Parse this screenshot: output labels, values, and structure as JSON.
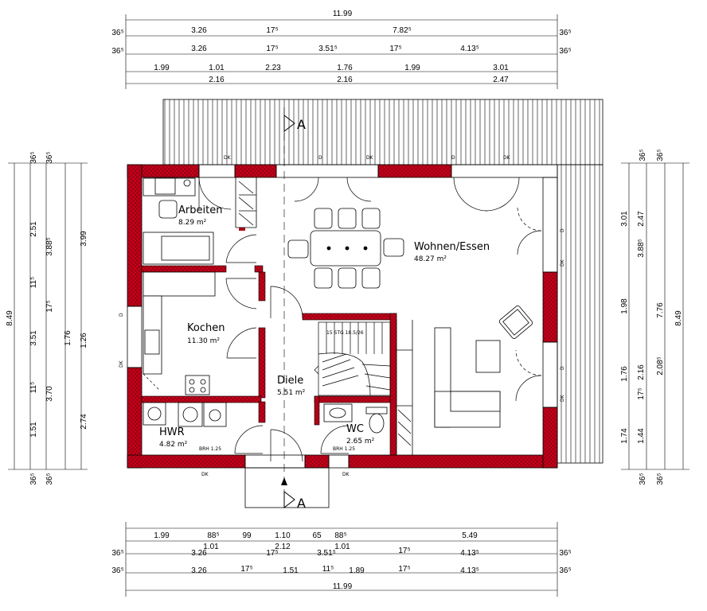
{
  "dims": {
    "top": {
      "total": "11.99",
      "r2": [
        "36⁵",
        "3.26",
        "17⁵",
        "7.82⁵",
        "36⁵"
      ],
      "r3": [
        "36⁵",
        "3.26",
        "17⁵",
        "3.51⁵",
        "17⁵",
        "4.13⁵",
        "36⁵"
      ],
      "r4": [
        "1.99",
        "1.01",
        "2.23",
        "1.76",
        "1.99",
        "3.01"
      ],
      "r5": [
        "2.16",
        "2.16",
        "2.47"
      ]
    },
    "bottom": {
      "r1": [
        "1.99",
        "88⁵",
        "99",
        "1.10",
        "65",
        "88⁵",
        "5.49"
      ],
      "r2": [
        "1.01",
        "2.12",
        "1.01"
      ],
      "r3": [
        "36⁵",
        "3.26",
        "17⁵",
        "3.51⁵",
        "17⁵",
        "4.13⁵",
        "36⁵"
      ],
      "r4": [
        "36⁵",
        "3.26",
        "17⁵",
        "1.51",
        "11⁵",
        "1.89",
        "17⁵",
        "4.13⁵",
        "36⁵"
      ],
      "total": "11.99"
    },
    "left": {
      "total": "8.49",
      "a": [
        "36⁵",
        "2.51",
        "11⁵",
        "3.51",
        "11⁵",
        "1.51",
        "36⁵"
      ],
      "b": [
        "36⁵",
        "3.88⁵",
        "17⁵",
        "1.76",
        "3.70",
        "36⁵"
      ],
      "c": [
        "3.99",
        "1.26",
        "2.74"
      ]
    },
    "right": {
      "total": "8.49",
      "a": [
        "36⁵",
        "3.01",
        "1.98",
        "1.76",
        "1.74",
        "36⁵"
      ],
      "b": [
        "36⁵",
        "2.47",
        "3.88⁵",
        "2.16",
        "17⁵",
        "1.44",
        "36⁵"
      ],
      "c": [
        "7.76",
        "2.08⁵"
      ]
    }
  },
  "rooms": [
    {
      "name": "Arbeiten",
      "area": "8.29 m²"
    },
    {
      "name": "Wohnen/Essen",
      "area": "48.27 m²"
    },
    {
      "name": "Kochen",
      "area": "11.30 m²"
    },
    {
      "name": "Diele",
      "area": "5.51 m²"
    },
    {
      "name": "HWR",
      "area": "4.82 m²"
    },
    {
      "name": "WC",
      "area": "2.65 m²"
    }
  ],
  "labels": {
    "section": "A",
    "dk": "DK",
    "d": "D",
    "brh_left": "BRH 1.25",
    "brh_right": "BRH 1.25",
    "stairs": "15 STG  18.5/26"
  },
  "colors": {
    "wall": "#c8001a",
    "line": "#000000"
  }
}
